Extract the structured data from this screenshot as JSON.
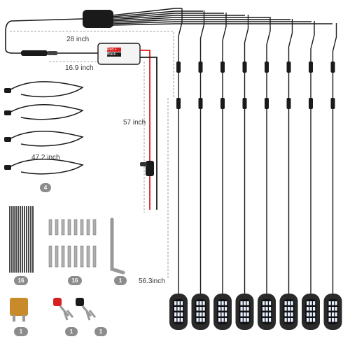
{
  "lengths": {
    "main_cable": "28 inch",
    "module_lead": "16.9 inch",
    "power_lead": "57 inch",
    "extension_cable": "47.2 inch",
    "pod_cable": "56.3inch"
  },
  "control_box": {
    "red_label": "Red +",
    "black_label": "Black -"
  },
  "quantities": {
    "extension_cables": "4",
    "cable_ties": "16",
    "screws": "16",
    "hex_key": "1",
    "fuse": "1",
    "red_terminal": "1",
    "black_terminal": "1"
  },
  "pods": {
    "count": 8
  },
  "colors": {
    "cable": "#1a1a1a",
    "red_wire": "#d92020",
    "fuse_body": "#c98a2a",
    "badge": "#8c8c8c",
    "pod_led": "#e8f0ff"
  }
}
